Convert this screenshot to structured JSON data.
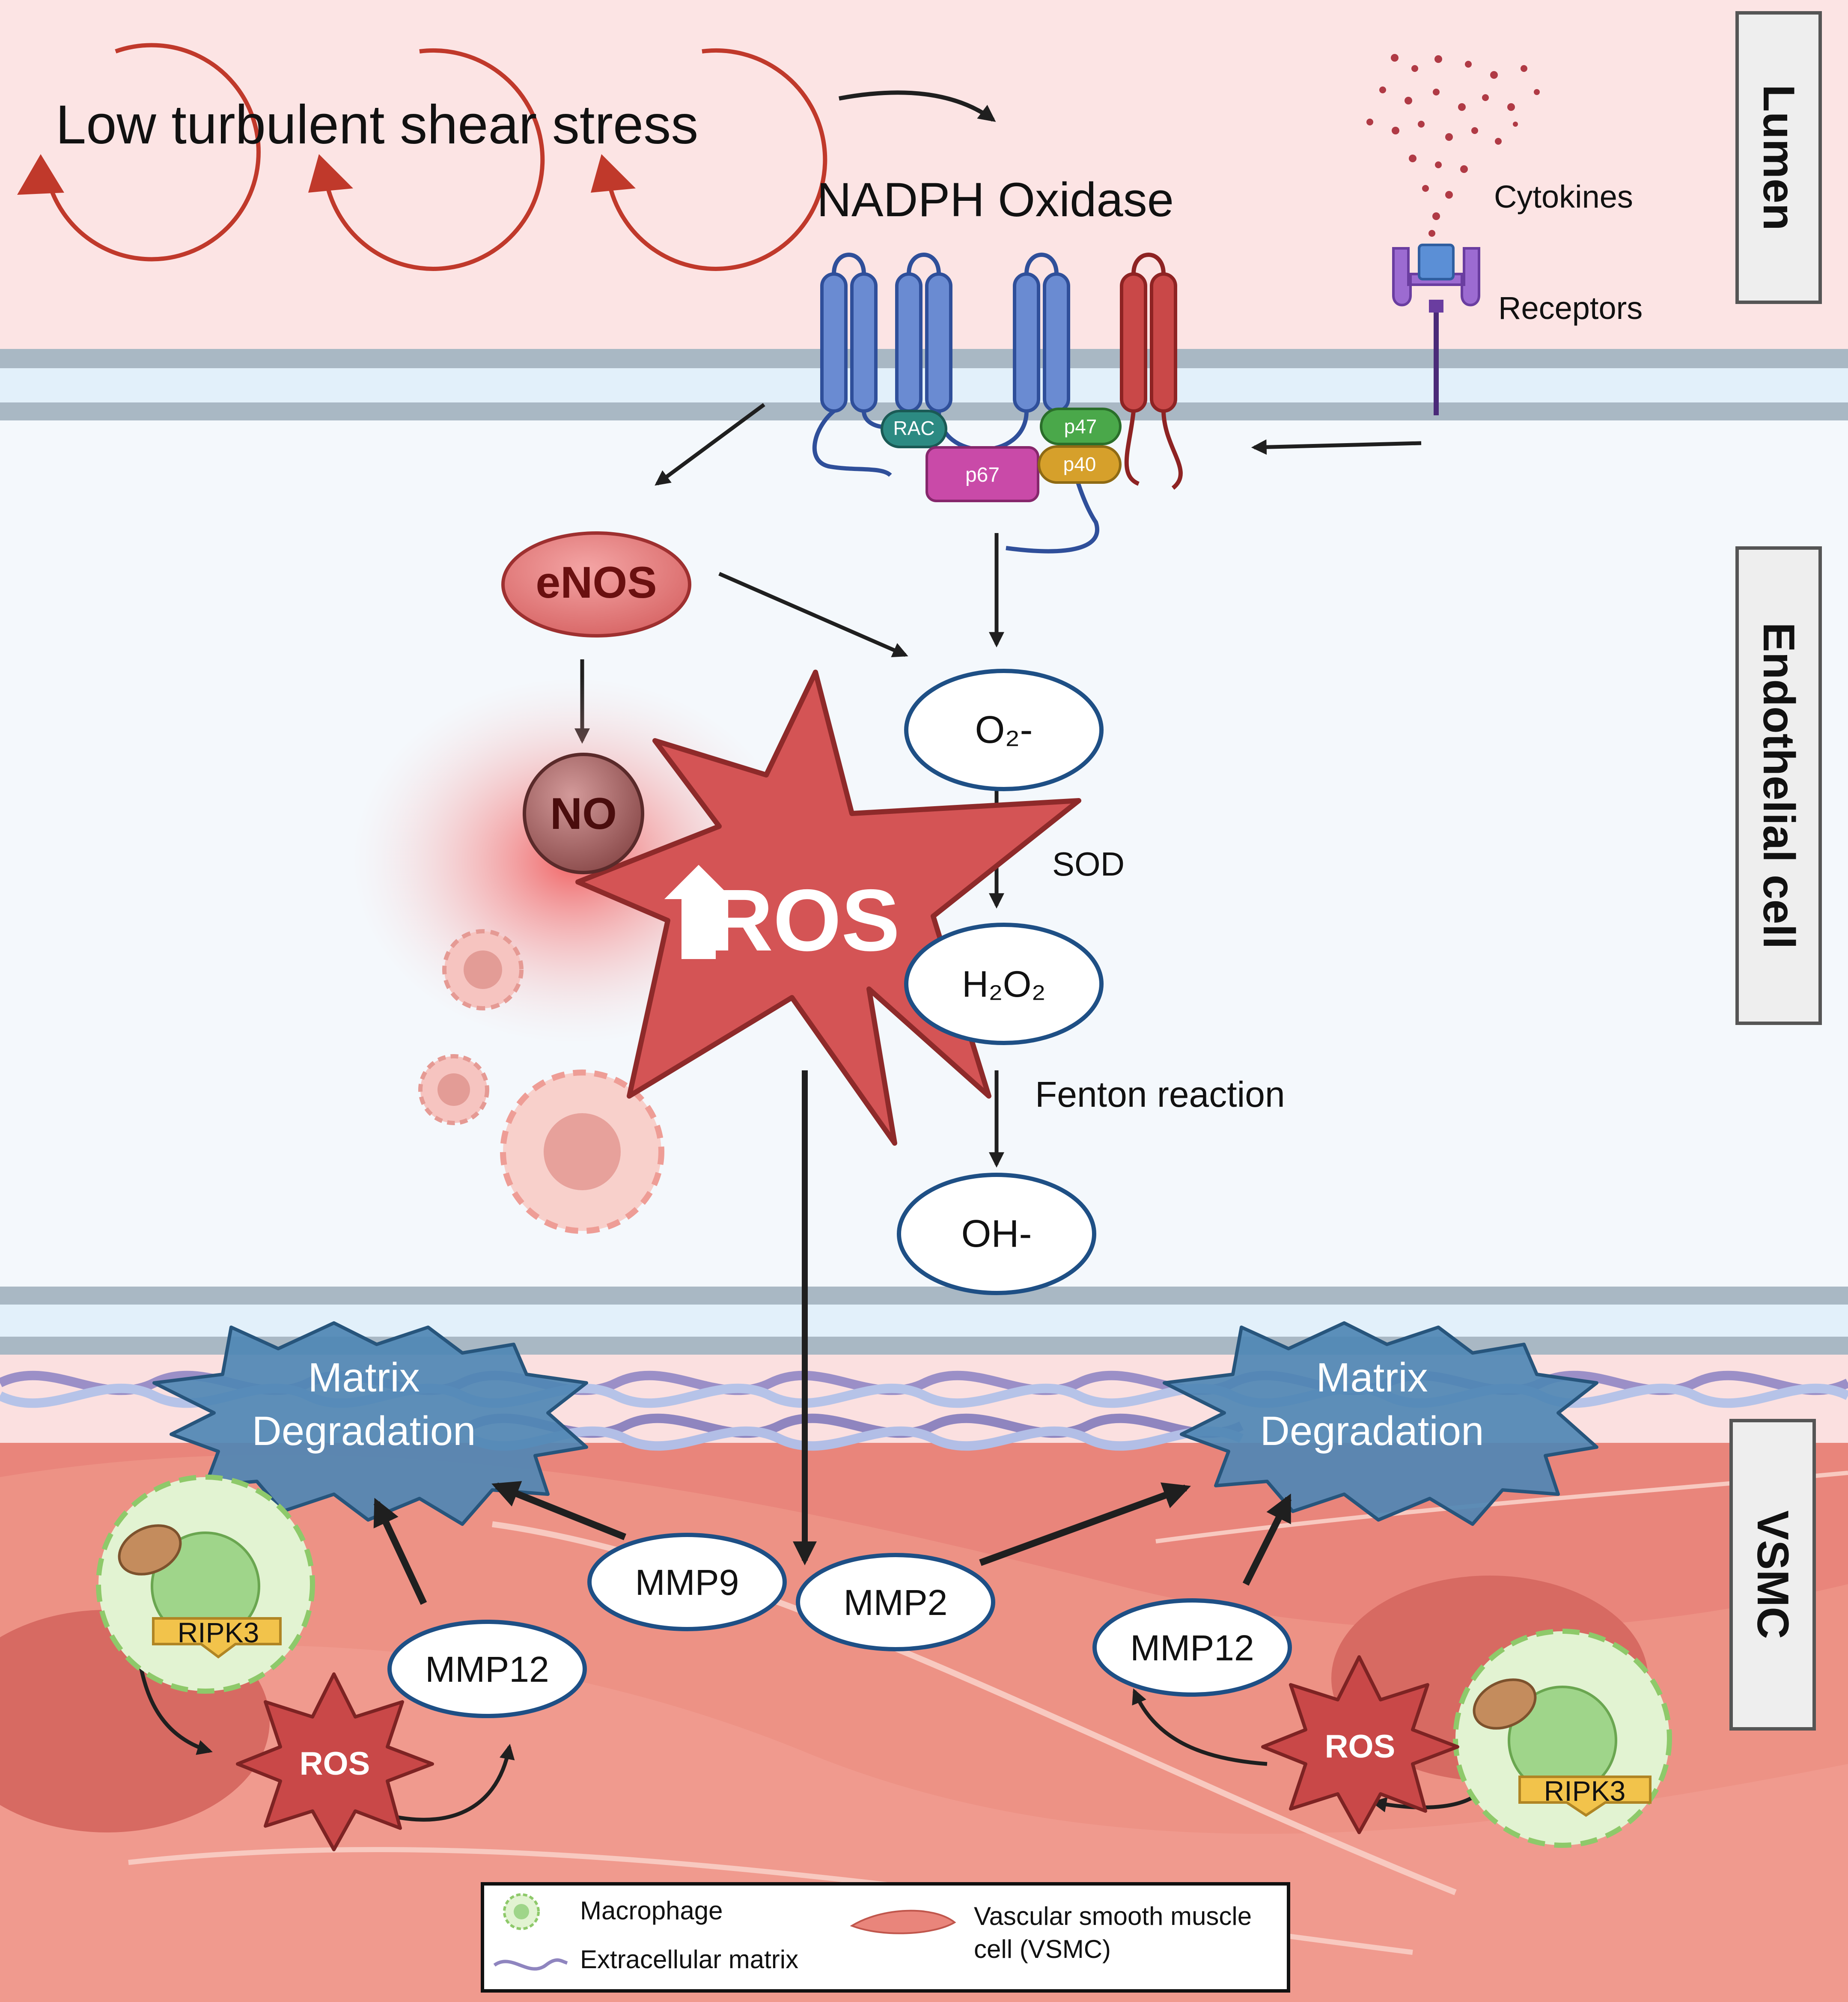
{
  "regions": {
    "lumen": "Lumen",
    "endothelial": "Endothelial cell",
    "vsmc": "VSMC"
  },
  "top": {
    "shear_stress": "Low turbulent shear stress",
    "nadph_oxidase": "NADPH Oxidase",
    "cytokines": "Cytokines",
    "receptors": "Receptors"
  },
  "subunits": {
    "rac": "RAC",
    "p47": "p47",
    "p67": "p67",
    "p40": "p40"
  },
  "molecules": {
    "enos": "eNOS",
    "no": "NO",
    "ros_main": "ROS",
    "superoxide": "O₂-",
    "h2o2": "H₂O₂",
    "hydroxyl": "OH-",
    "sod": "SOD",
    "fenton": "Fenton reaction"
  },
  "matrix": {
    "left_line1": "Matrix",
    "left_line2": "Degradation",
    "right_line1": "Matrix",
    "right_line2": "Degradation"
  },
  "enzymes": {
    "mmp9": "MMP9",
    "mmp2": "MMP2",
    "mmp12_left": "MMP12",
    "mmp12_right": "MMP12",
    "ripk3_left": "RIPK3",
    "ripk3_right": "RIPK3",
    "ros_left": "ROS",
    "ros_right": "ROS"
  },
  "legend": {
    "macrophage": "Macrophage",
    "ecm": "Extracellular matrix",
    "vsmc_line1": "Vascular smooth muscle",
    "vsmc_line2": "cell (VSMC)"
  },
  "colors": {
    "lumen_bg": "#fce4e4",
    "cell_bg": "#f4f8fc",
    "vsmc_bg": "#e9857b",
    "membrane": "#a9b8c4",
    "oxidase_blue": "#6a8bd2",
    "oxidase_red": "#c94848",
    "ros_red": "#d45455",
    "matrix_blue": "#4f87b4",
    "oval_stroke": "#1e4f85"
  }
}
